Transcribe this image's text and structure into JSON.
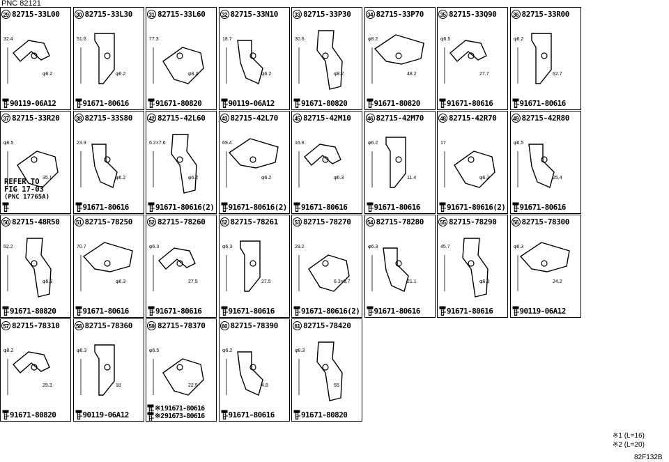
{
  "pnc_label": "PNC 82121",
  "figure_id": "82F132B",
  "footnotes": [
    "※1 (L=16)",
    "※2 (L=20)"
  ],
  "cells": [
    {
      "num": "29",
      "part": "82715-33L00",
      "bolt": "90119-06A12",
      "dims": [
        "32.4",
        "φ6.2"
      ]
    },
    {
      "num": "30",
      "part": "82715-33L30",
      "bolt": "91671-80616",
      "dims": [
        "51.6",
        "φ6.2"
      ]
    },
    {
      "num": "31",
      "part": "82715-33L60",
      "bolt": "91671-80820",
      "dims": [
        "77.3",
        "φ8.2"
      ]
    },
    {
      "num": "32",
      "part": "82715-33N10",
      "bolt": "90119-06A12",
      "dims": [
        "18.7",
        "φ6.2"
      ]
    },
    {
      "num": "33",
      "part": "82715-33P30",
      "bolt": "91671-80820",
      "dims": [
        "30.6",
        "φ8.2"
      ]
    },
    {
      "num": "34",
      "part": "82715-33P70",
      "bolt": "91671-80820",
      "dims": [
        "φ8.2",
        "48.2"
      ]
    },
    {
      "num": "35",
      "part": "82715-33Q90",
      "bolt": "91671-80616",
      "dims": [
        "φ6.5",
        "27.7"
      ]
    },
    {
      "num": "36",
      "part": "82715-33R00",
      "bolt": "91671-80616",
      "dims": [
        "φ6.2",
        "62.7"
      ]
    },
    {
      "num": "37",
      "part": "82715-33R20",
      "bolt": "",
      "dims": [
        "φ6.5",
        "35.1"
      ],
      "note": [
        "REFER TO",
        "FIG 17-03",
        "(PNC 17765A)"
      ]
    },
    {
      "num": "38",
      "part": "82715-33S80",
      "bolt": "91671-80616",
      "dims": [
        "23.9",
        "φ6.2"
      ]
    },
    {
      "num": "42",
      "part": "82715-42L60",
      "bolt": "91671-80616(2)",
      "dims": [
        "6.2×7.6",
        "φ6.2"
      ]
    },
    {
      "num": "43",
      "part": "82715-42L70",
      "bolt": "91671-80616(2)",
      "dims": [
        "69.4",
        "φ6.2"
      ]
    },
    {
      "num": "45",
      "part": "82715-42M10",
      "bolt": "91671-80616",
      "dims": [
        "16.8",
        "φ6.3"
      ]
    },
    {
      "num": "46",
      "part": "82715-42M70",
      "bolt": "91671-80616",
      "dims": [
        "φ6.2",
        "11.4"
      ]
    },
    {
      "num": "48",
      "part": "82715-42R70",
      "bolt": "91671-80616(2)",
      "dims": [
        "17",
        "φ6.2"
      ]
    },
    {
      "num": "49",
      "part": "82715-42R80",
      "bolt": "91671-80616",
      "dims": [
        "φ6.5",
        "25.4"
      ]
    },
    {
      "num": "50",
      "part": "82715-48R50",
      "bolt": "91671-80820",
      "dims": [
        "52.2",
        "φ6.3"
      ]
    },
    {
      "num": "51",
      "part": "82715-78250",
      "bolt": "91671-80616",
      "dims": [
        "70.7",
        "φ6.3"
      ]
    },
    {
      "num": "52",
      "part": "82715-78260",
      "bolt": "91671-80616",
      "dims": [
        "φ6.3",
        "27.5"
      ]
    },
    {
      "num": "52",
      "part": "82715-78261",
      "bolt": "91671-80616",
      "dims": [
        "φ6.3",
        "27.5"
      ]
    },
    {
      "num": "53",
      "part": "82715-78270",
      "bolt": "91671-80616(2)",
      "dims": [
        "29.2",
        "6.3×9.7"
      ]
    },
    {
      "num": "54",
      "part": "82715-78280",
      "bolt": "91671-80616",
      "dims": [
        "φ6.3",
        "21.1"
      ]
    },
    {
      "num": "55",
      "part": "82715-78290",
      "bolt": "91671-80616",
      "dims": [
        "45.7",
        "φ6.3"
      ]
    },
    {
      "num": "56",
      "part": "82715-78300",
      "bolt": "90119-06A12",
      "dims": [
        "φ6.3",
        "24.2"
      ]
    },
    {
      "num": "57",
      "part": "82715-78310",
      "bolt": "91671-80820",
      "dims": [
        "φ8.2",
        "29.3"
      ]
    },
    {
      "num": "58",
      "part": "82715-78360",
      "bolt": "90119-06A12",
      "dims": [
        "φ6.3",
        "18"
      ]
    },
    {
      "num": "59",
      "part": "82715-78370",
      "bolt": "",
      "dims": [
        "φ6.5",
        "22.5"
      ],
      "bolts2": [
        {
          "mark": "※1",
          "part": "91671-80616"
        },
        {
          "mark": "※2",
          "part": "91673-80616"
        }
      ]
    },
    {
      "num": "60",
      "part": "82715-78390",
      "bolt": "91671-80616",
      "dims": [
        "φ6.2",
        "4.8"
      ]
    },
    {
      "num": "61",
      "part": "82715-78420",
      "bolt": "91671-80820",
      "dims": [
        "φ8.3",
        "55"
      ]
    }
  ]
}
